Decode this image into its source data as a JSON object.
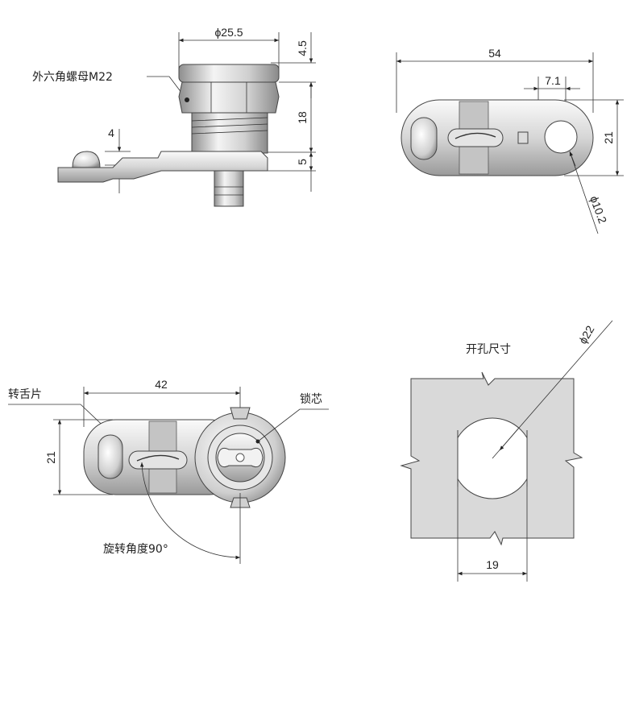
{
  "view_side": {
    "dim_diameter": "ϕ25.5",
    "dim_top": "4.5",
    "dim_mid": "18",
    "dim_bot": "5",
    "dim_offset": "4",
    "nut_label": "外六角螺母M22"
  },
  "view_top": {
    "dim_length": "54",
    "dim_hole_offset": "7.1",
    "dim_height": "21",
    "dim_hole_dia": "ϕ10.2"
  },
  "view_front": {
    "dim_length": "42",
    "dim_height": "21",
    "tongue_label": "转舌片",
    "core_label": "锁芯",
    "rotation_label": "旋转角度90°"
  },
  "view_cutout": {
    "title": "开孔尺寸",
    "dim_diameter": "ϕ22",
    "dim_width": "19"
  },
  "colors": {
    "metal_light": "#eeeeee",
    "metal_mid": "#c8c8c8",
    "metal_dark": "#8a8a8a",
    "plate": "#d9d9d9",
    "line": "#333333"
  }
}
